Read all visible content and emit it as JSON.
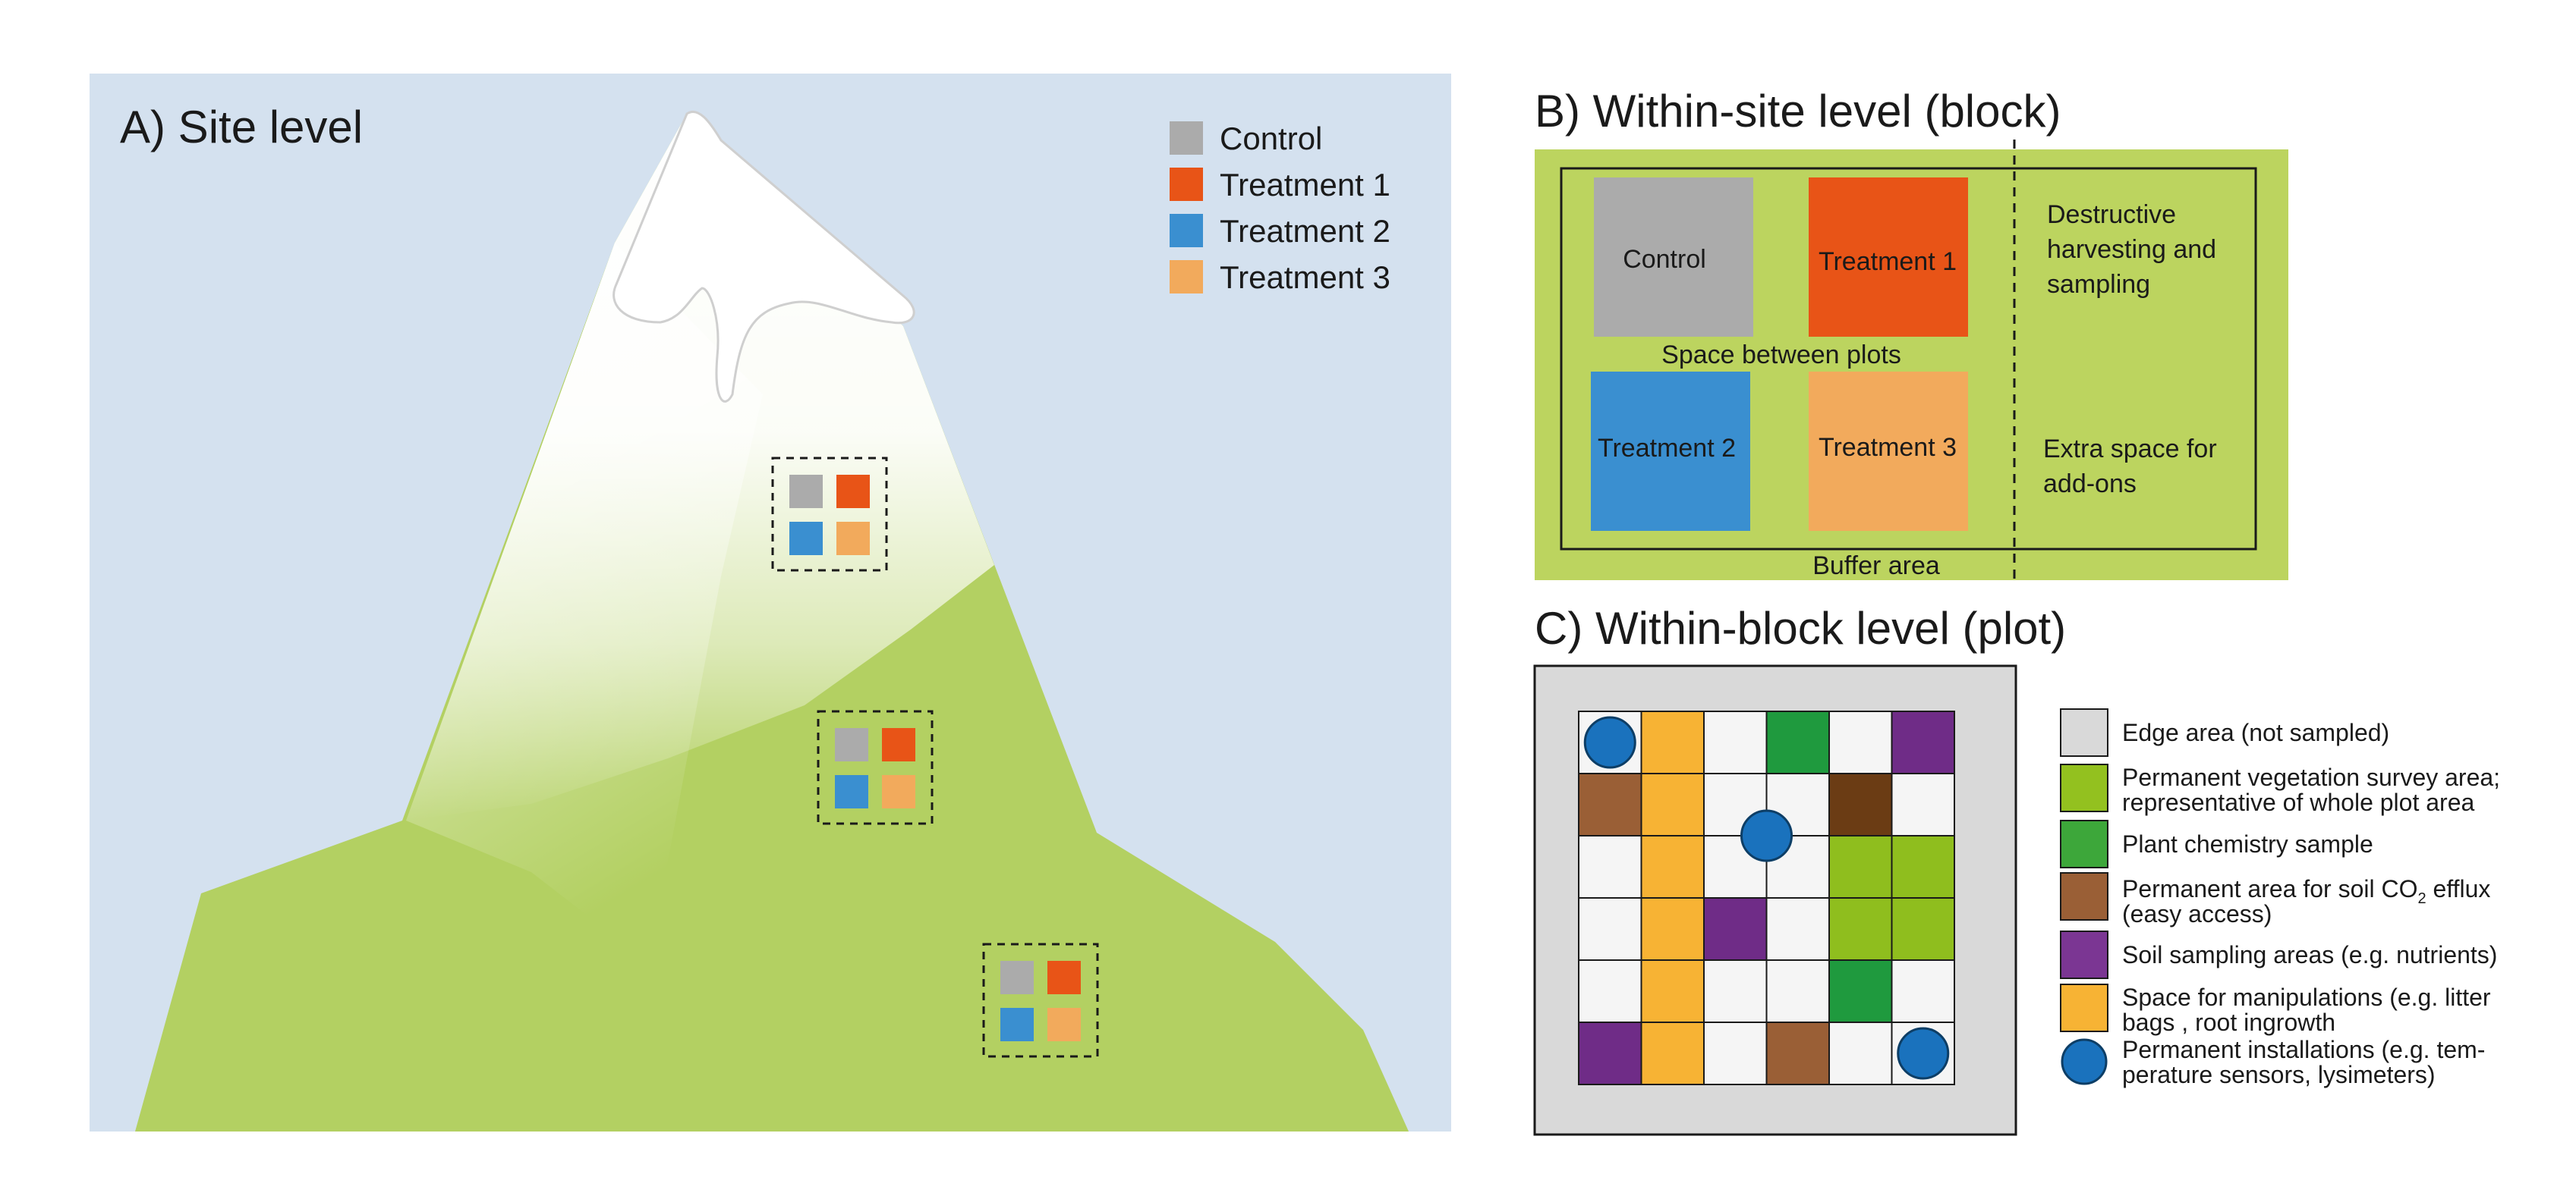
{
  "panel_a": {
    "title": "A) Site level",
    "legend": [
      {
        "label": "Control",
        "color": "#ababab"
      },
      {
        "label": "Treatment 1",
        "color": "#e85417"
      },
      {
        "label": "Treatment 2",
        "color": "#3a8fd0"
      },
      {
        "label": "Treatment 3",
        "color": "#f2aa5c"
      }
    ],
    "colors": {
      "sky": "#d4e1ef",
      "mountain": "#b3d062",
      "snow": "#ffffff"
    }
  },
  "panel_b": {
    "title": "B) Within-site level (block)",
    "plots": {
      "control": "Control",
      "treatment1": "Treatment 1",
      "treatment2": "Treatment 2",
      "treatment3": "Treatment 3"
    },
    "space_between": "Space between  plots",
    "buffer": "Buffer area",
    "destructive": [
      "Destructive",
      "harvesting and",
      "sampling"
    ],
    "extra_space": [
      "Extra space for",
      "add-ons"
    ],
    "colors": {
      "background": "#bcd45f"
    }
  },
  "panel_c": {
    "title": "C) Within-block level (plot)",
    "grid": [
      [
        "install",
        "manip",
        "empty",
        "chem",
        "empty",
        "soilsamp"
      ],
      [
        "co2",
        "manip",
        "empty",
        "empty",
        "co2dark",
        "empty"
      ],
      [
        "empty",
        "manip",
        "empty",
        "empty",
        "veg",
        "veg"
      ],
      [
        "empty",
        "manip",
        "soilsamp",
        "empty",
        "veg",
        "veg"
      ],
      [
        "empty",
        "manip",
        "empty",
        "empty",
        "chem",
        "empty"
      ],
      [
        "soilsamp",
        "manip",
        "empty",
        "co2",
        "empty",
        "install"
      ]
    ],
    "extra_installation": {
      "row": 1.5,
      "col": 3
    },
    "legend": [
      {
        "lines": [
          "Edge area (not sampled)"
        ],
        "color": "#d9d9d9",
        "shape": "square"
      },
      {
        "lines": [
          "Permanent vegetation survey area;",
          "representative of whole plot area"
        ],
        "color": "#93c11f",
        "shape": "square"
      },
      {
        "lines": [
          "Plant chemistry sample"
        ],
        "color": "#3da73a",
        "shape": "square"
      },
      {
        "lines": [
          "Permanent area for soil CO",
          "2",
          " efflux",
          "(easy access)"
        ],
        "color": "#9a5f36",
        "shape": "square"
      },
      {
        "lines": [
          "Soil sampling areas (e.g. nutrients)"
        ],
        "color": "#7b3693",
        "shape": "square"
      },
      {
        "lines": [
          "Space for manipulations (e.g. litter",
          "bags , root ingrowth"
        ],
        "color": "#f7b334",
        "shape": "square"
      },
      {
        "lines": [
          "Permanent installations (e.g. tem-",
          "perature sensors, lysimeters)"
        ],
        "color": "#1a72bd",
        "shape": "circle"
      }
    ],
    "cell_colors": {
      "empty": "#f5f5f5",
      "manip": "#f7b334",
      "chem": "#1f9a3e",
      "soilsamp": "#6f2c87",
      "co2": "#9a5f36",
      "co2dark": "#6b3c14",
      "veg": "#8fbe1e",
      "install": "#f5f5f5"
    },
    "installation_color": "#1a72bd",
    "edge_color": "#d9d9d9"
  }
}
